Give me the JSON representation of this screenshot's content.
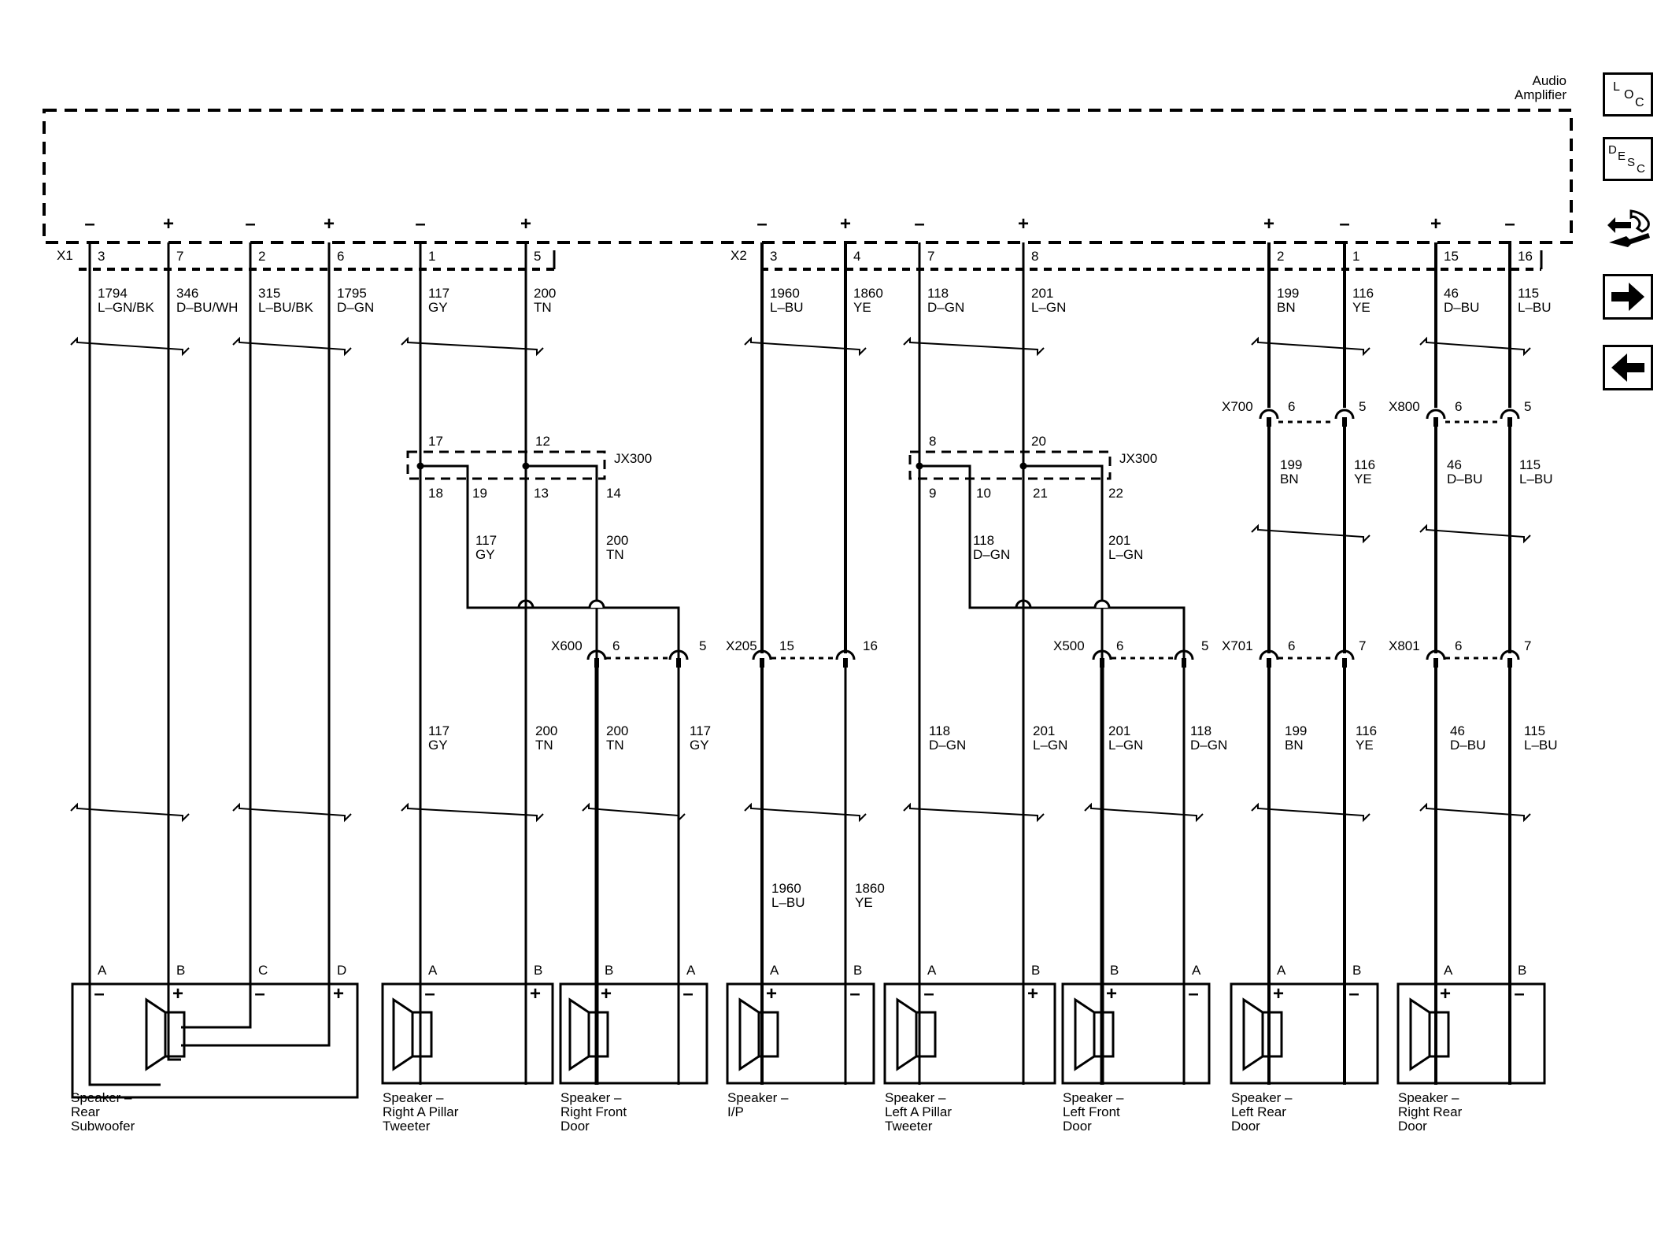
{
  "module": {
    "name_line1": "Audio",
    "name_line2": "Amplifier",
    "connector1": "X1",
    "connector2": "X2"
  },
  "nav": {
    "loc": [
      "L",
      "O",
      "C"
    ],
    "desc": [
      "D",
      "E",
      "S",
      "C"
    ],
    "icons": [
      "loc-icon",
      "desc-icon",
      "harness-icon",
      "next-arrow-icon",
      "previous-arrow-icon"
    ]
  },
  "junction": {
    "name": "JX300"
  },
  "wires": [
    {
      "id": "w1",
      "pin": "3",
      "sign": "–",
      "circuit": "1794",
      "color": "L–GN/BK"
    },
    {
      "id": "w2",
      "pin": "7",
      "sign": "+",
      "circuit": "346",
      "color": "D–BU/WH"
    },
    {
      "id": "w3",
      "pin": "2",
      "sign": "–",
      "circuit": "315",
      "color": "L–BU/BK"
    },
    {
      "id": "w4",
      "pin": "6",
      "sign": "+",
      "circuit": "1795",
      "color": "D–GN"
    },
    {
      "id": "w5",
      "pin": "1",
      "sign": "–",
      "circuit": "117",
      "color": "GY"
    },
    {
      "id": "w6",
      "pin": "5",
      "sign": "+",
      "circuit": "200",
      "color": "TN"
    },
    {
      "id": "w7",
      "pin": "3",
      "sign": "–",
      "circuit": "1960",
      "color": "L–BU"
    },
    {
      "id": "w8",
      "pin": "4",
      "sign": "+",
      "circuit": "1860",
      "color": "YE"
    },
    {
      "id": "w9",
      "pin": "7",
      "sign": "–",
      "circuit": "118",
      "color": "D–GN"
    },
    {
      "id": "w10",
      "pin": "8",
      "sign": "+",
      "circuit": "201",
      "color": "L–GN"
    },
    {
      "id": "w11",
      "pin": "2",
      "sign": "+",
      "circuit": "199",
      "color": "BN"
    },
    {
      "id": "w12",
      "pin": "1",
      "sign": "–",
      "circuit": "116",
      "color": "YE"
    },
    {
      "id": "w13",
      "pin": "15",
      "sign": "+",
      "circuit": "46",
      "color": "D–BU"
    },
    {
      "id": "w14",
      "pin": "16",
      "sign": "–",
      "circuit": "115",
      "color": "L–BU"
    }
  ],
  "splice_pins": {
    "left": [
      "17",
      "12",
      "18",
      "19",
      "13",
      "14"
    ],
    "right": [
      "8",
      "20",
      "9",
      "10",
      "21",
      "22"
    ]
  },
  "mid_labels": [
    {
      "circuit": "117",
      "color": "GY"
    },
    {
      "circuit": "200",
      "color": "TN"
    },
    {
      "circuit": "118",
      "color": "D–GN"
    },
    {
      "circuit": "201",
      "color": "L–GN"
    },
    {
      "circuit": "199",
      "color": "BN"
    },
    {
      "circuit": "116",
      "color": "YE"
    },
    {
      "circuit": "46",
      "color": "D–BU"
    },
    {
      "circuit": "115",
      "color": "L–BU"
    }
  ],
  "lower_labels": [
    {
      "circuit": "117",
      "color": "GY"
    },
    {
      "circuit": "200",
      "color": "TN"
    },
    {
      "circuit": "200",
      "color": "TN"
    },
    {
      "circuit": "117",
      "color": "GY"
    },
    {
      "circuit": "118",
      "color": "D–GN"
    },
    {
      "circuit": "201",
      "color": "L–GN"
    },
    {
      "circuit": "201",
      "color": "L–GN"
    },
    {
      "circuit": "118",
      "color": "D–GN"
    },
    {
      "circuit": "199",
      "color": "BN"
    },
    {
      "circuit": "116",
      "color": "YE"
    },
    {
      "circuit": "46",
      "color": "D–BU"
    },
    {
      "circuit": "115",
      "color": "L–BU"
    },
    {
      "circuit": "1960",
      "color": "L–BU"
    },
    {
      "circuit": "1860",
      "color": "YE"
    }
  ],
  "connectors": [
    {
      "name": "X700",
      "pin_a": "6",
      "pin_b": "5"
    },
    {
      "name": "X800",
      "pin_a": "6",
      "pin_b": "5"
    },
    {
      "name": "X600",
      "pin_a": "6",
      "pin_b": "5"
    },
    {
      "name": "X205",
      "pin_a": "15",
      "pin_b": "16"
    },
    {
      "name": "X500",
      "pin_a": "6",
      "pin_b": "5"
    },
    {
      "name": "X701",
      "pin_a": "6",
      "pin_b": "7"
    },
    {
      "name": "X801",
      "pin_a": "6",
      "pin_b": "7"
    }
  ],
  "speakers": [
    {
      "id": "sub",
      "line1": "Speaker –",
      "line2": "Rear",
      "line3": "Subwoofer",
      "pins": [
        "A",
        "B",
        "C",
        "D"
      ],
      "signs": [
        "–",
        "+",
        "–",
        "+"
      ]
    },
    {
      "id": "rapt",
      "line1": "Speaker –",
      "line2": "Right A Pillar",
      "line3": "Tweeter",
      "pins": [
        "A",
        "B"
      ],
      "signs": [
        "–",
        "+"
      ]
    },
    {
      "id": "rfd",
      "line1": "Speaker –",
      "line2": "Right Front",
      "line3": "Door",
      "pins": [
        "B",
        "A"
      ],
      "signs": [
        "+",
        "–"
      ]
    },
    {
      "id": "ip",
      "line1": "Speaker –",
      "line2": "I/P",
      "line3": "",
      "pins": [
        "A",
        "B"
      ],
      "signs": [
        "+",
        "–"
      ]
    },
    {
      "id": "lapt",
      "line1": "Speaker –",
      "line2": "Left A Pillar",
      "line3": "Tweeter",
      "pins": [
        "A",
        "B"
      ],
      "signs": [
        "–",
        "+"
      ]
    },
    {
      "id": "lfd",
      "line1": "Speaker –",
      "line2": "Left Front",
      "line3": "Door",
      "pins": [
        "B",
        "A"
      ],
      "signs": [
        "+",
        "–"
      ]
    },
    {
      "id": "lrd",
      "line1": "Speaker –",
      "line2": "Left Rear",
      "line3": "Door",
      "pins": [
        "A",
        "B"
      ],
      "signs": [
        "+",
        "–"
      ]
    },
    {
      "id": "rrd",
      "line1": "Speaker –",
      "line2": "Right Rear",
      "line3": "Door",
      "pins": [
        "A",
        "B"
      ],
      "signs": [
        "+",
        "–"
      ]
    }
  ]
}
